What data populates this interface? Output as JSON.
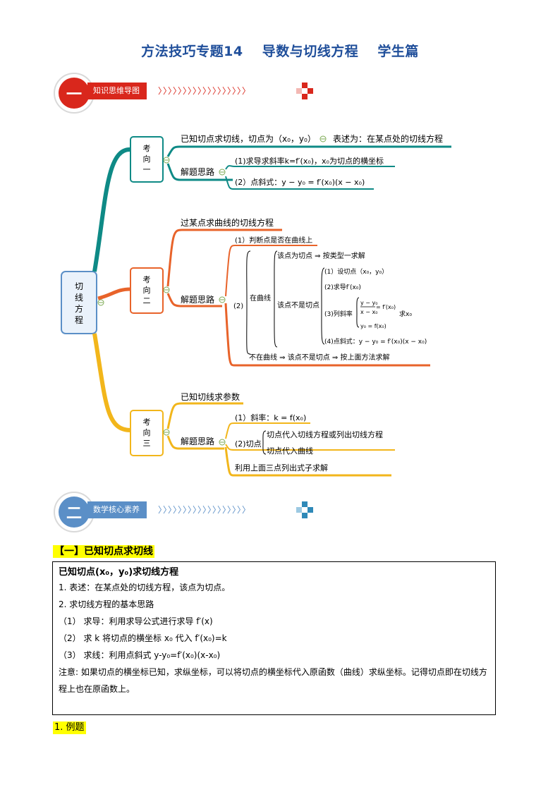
{
  "title": {
    "prefix": "方法技巧专题14",
    "main": "导数与切线方程",
    "suffix": "学生篇"
  },
  "banner1": {
    "number": "一",
    "label": "知识思维导图",
    "chevrons": "〉〉〉〉〉〉〉〉〉〉〉〉〉〉〉〉〉〉"
  },
  "banner2": {
    "number": "二",
    "label": "数学核心素养",
    "chevrons": "〉〉〉〉〉〉〉〉〉〉〉〉〉〉〉〉〉〉"
  },
  "mindmap": {
    "root": [
      "切",
      "线",
      "方",
      "程"
    ],
    "k1": {
      "label": [
        "考",
        "向",
        "一"
      ],
      "top": "已知切点求切线，切点为（x₀，y₀）",
      "top_note": "表述为：在某点处的切线方程",
      "approach": "解题思路",
      "step1": "(1)求导求斜率k=f′(x₀)，x₀为切点的横坐标",
      "step2": "(2）点斜式：y − y₀ = f′(x₀)(x − x₀)"
    },
    "k2": {
      "label": [
        "考",
        "向",
        "二"
      ],
      "top": "过某点求曲线的切线方程",
      "approach": "解题思路",
      "judge": "(1）判断点是否在曲线上",
      "two": "(2)",
      "on_curve": "在曲线",
      "is_tangent": "该点为切点 ⇒ 按类型一求解",
      "not_tangent": "该点不是切点",
      "s1": "(1）设切点（x₀，y₀）",
      "s2": "(2)求导f′(x₀)",
      "s3": "(3)列斜率",
      "frac_num": "y − y₀",
      "frac_den": "x − x₀",
      "frac_eq": "= f′(x₀)",
      "s3b": "y₀ = f(x₀)",
      "solve": "求x₀",
      "s4": "(4)点斜式：y − y₀ = f′(x₀)(x − x₀)",
      "off_curve": "不在曲线 ⇒ 该点不是切点 ⇒ 按上面方法求解"
    },
    "k3": {
      "label": [
        "考",
        "向",
        "三"
      ],
      "top": "已知切线求参数",
      "approach": "解题思路",
      "slope": "(1）斜率：k = f(x₀)",
      "tangent_pt": "(2)切点",
      "tp1": "切点代入切线方程或列出切线方程",
      "tp2": "切点代入曲线",
      "combine": "利用上面三点列出式子求解"
    }
  },
  "section_head": "【一】已知切点求切线",
  "box": {
    "title": "已知切点(x₀，y₀)求切线方程",
    "l1": "1.   表述：在某点处的切线方程，该点为切点。",
    "l2": "2.   求切线方程的基本思路",
    "l3": "（1）    求导：利用求导公式进行求导 f′(x)",
    "l4": "（2）    求 k  将切点的横坐标 x₀ 代入 f′(x₀)=k",
    "l5": "（3）    求线：利用点斜式 y-y₀=f′(x₀)(x-x₀)",
    "note": "注意: 如果切点的横坐标已知，求纵坐标，可以将切点的横坐标代入原函数（曲线）求纵坐标。记得切点即在切线方程上也在原函数上。"
  },
  "example": "1. 例题",
  "colors": {
    "title": "#1f4e9a",
    "teal": "#0e8a86",
    "orange": "#e8632a",
    "yellow": "#f2b61b",
    "red": "#d9271c",
    "blue": "#5b8fc7"
  }
}
